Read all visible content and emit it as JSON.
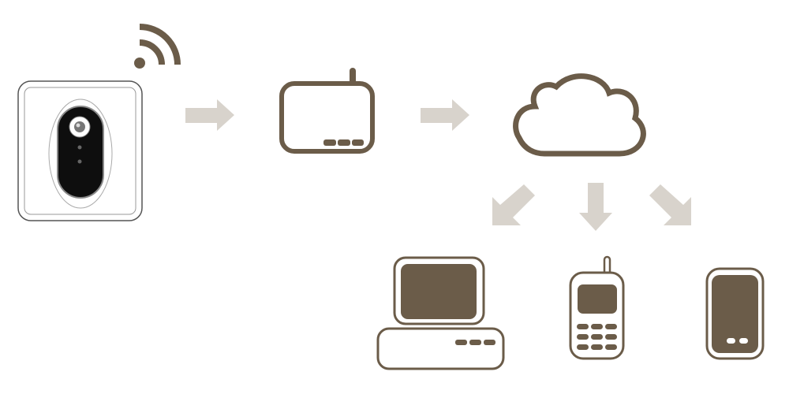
{
  "diagram": {
    "nodes": [
      "camera",
      "router",
      "cloud",
      "computer",
      "mobile-phone",
      "smartphone"
    ],
    "flows": [
      {
        "from": "camera",
        "to": "router"
      },
      {
        "from": "router",
        "to": "cloud"
      },
      {
        "from": "cloud",
        "to": "computer"
      },
      {
        "from": "cloud",
        "to": "mobile-phone"
      },
      {
        "from": "cloud",
        "to": "smartphone"
      }
    ]
  },
  "colors": {
    "icon": "#6b5c49",
    "arrow": "#d8d3cc",
    "camera_body": "#0e0e0e",
    "outline_light": "#9a9a9a"
  }
}
